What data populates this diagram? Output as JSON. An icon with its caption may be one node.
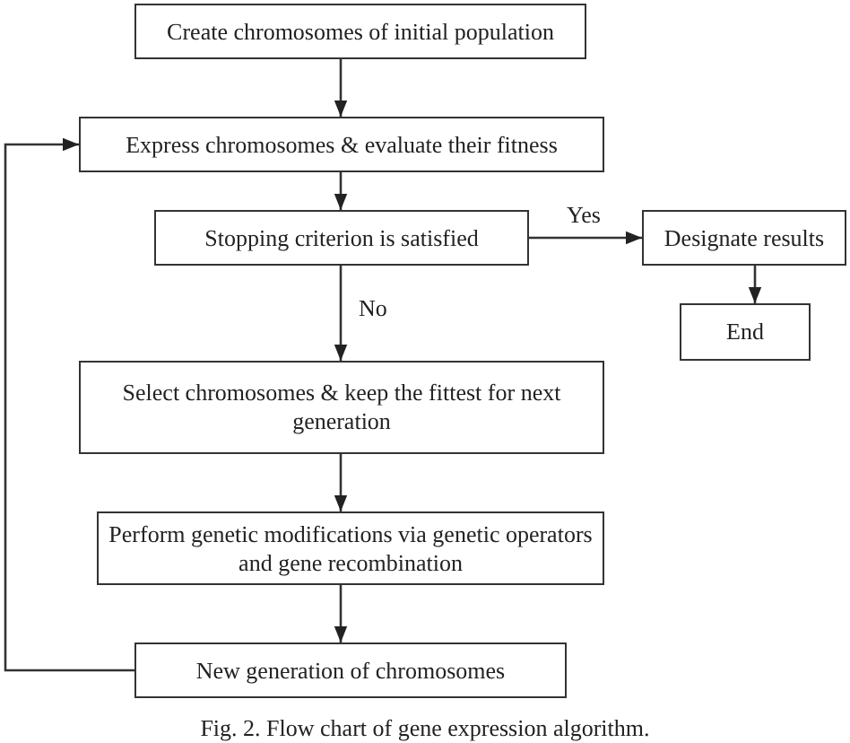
{
  "diagram": {
    "caption": "Fig. 2. Flow chart of gene expression algorithm.",
    "nodes": [
      {
        "text": [
          "Create chromosomes of initial population"
        ]
      },
      {
        "text": [
          "Express chromosomes & evaluate their fitness"
        ]
      },
      {
        "text": [
          "Stopping criterion is satisfied"
        ]
      },
      {
        "text": [
          "Designate results"
        ]
      },
      {
        "text": [
          "End"
        ]
      },
      {
        "text": [
          "Select chromosomes & keep the fittest for next generation"
        ]
      },
      {
        "text": [
          "Perform genetic modifications via genetic operators and gene recombination"
        ]
      },
      {
        "text": [
          "New generation of chromosomes"
        ]
      }
    ],
    "edges": [
      {
        "from": 0,
        "to": 1,
        "arrow": "to"
      },
      {
        "from": 1,
        "to": 2,
        "arrow": "to"
      },
      {
        "from": 2,
        "to": 3,
        "arrow": "to",
        "label": "Yes"
      },
      {
        "from": 3,
        "to": 4,
        "arrow": "to"
      },
      {
        "from": 2,
        "to": 5,
        "arrow": "to",
        "label": "No"
      },
      {
        "from": 5,
        "to": 6,
        "arrow": "to"
      },
      {
        "from": 6,
        "to": 7,
        "arrow": "to"
      },
      {
        "from": 7,
        "to": 1,
        "arrow": "to"
      }
    ]
  }
}
